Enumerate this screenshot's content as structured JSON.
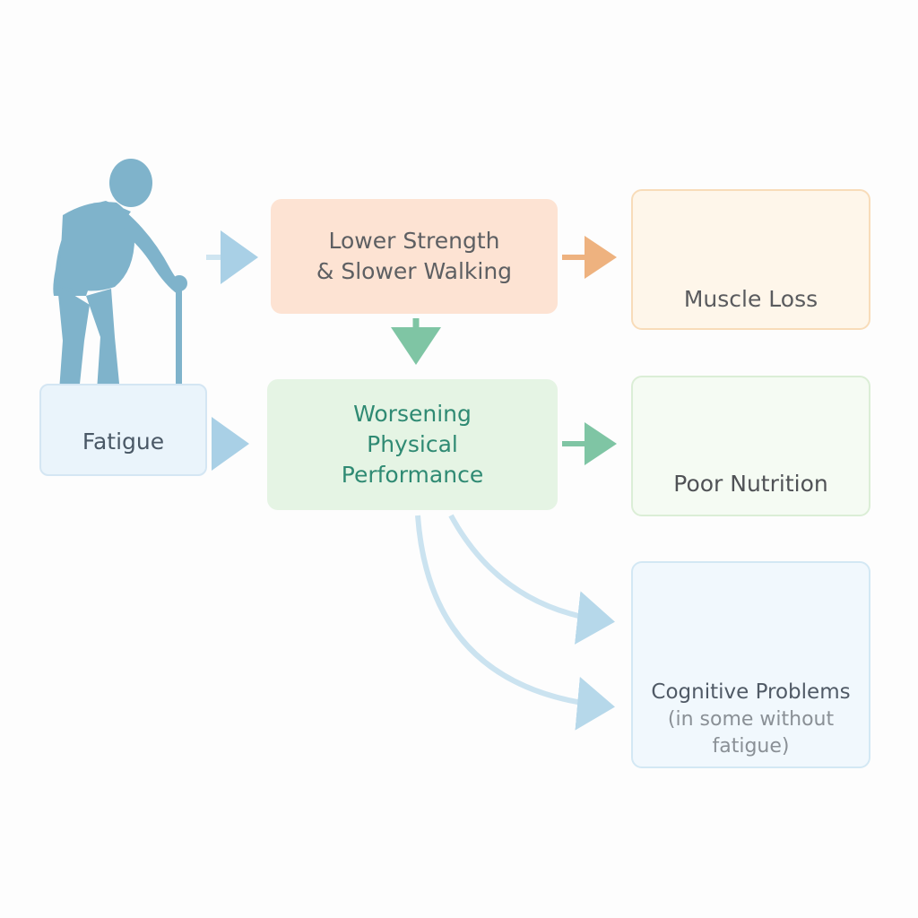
{
  "nodes": {
    "fatigue": "Fatigue",
    "strength": [
      "Lower Strength",
      "& Slower Walking"
    ],
    "performance": [
      "Worsening",
      "Physical",
      "Performance"
    ],
    "muscle_loss": "Muscle Loss",
    "poor_nutrition": "Poor Nutrition",
    "cognitive": {
      "title": "Cognitive Problems",
      "note": [
        "(in some without",
        "fatigue)"
      ]
    }
  },
  "icons": {
    "person": "elderly-person-with-cane-icon",
    "muscle": "flexed-arm-icon",
    "food": "plate-of-food-icon",
    "brain": "head-with-brain-icon"
  },
  "colors": {
    "blue": "#8fc3de",
    "orange": "#eeb27f",
    "green": "#7fc5a4",
    "person": "#7fb3cb"
  }
}
